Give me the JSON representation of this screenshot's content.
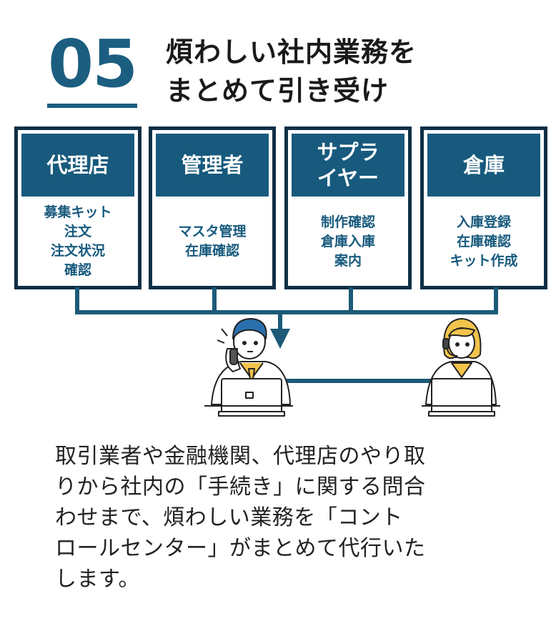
{
  "header": {
    "number": "05",
    "title_lines": [
      "煩わしい社内業務を",
      "まとめて引き受け"
    ]
  },
  "cards": [
    {
      "title": "代理店",
      "items": "募集キット\n注文\n注文状況\n確認"
    },
    {
      "title": "管理者",
      "items": "マスタ管理\n在庫確認"
    },
    {
      "title": "サプラ\nイヤー",
      "items": "制作確認\n倉庫入庫\n案内"
    },
    {
      "title": "倉庫",
      "items": "入庫登録\n在庫確認\nキット作成"
    }
  ],
  "illustration": {
    "left_person": "operator-man-on-phone-icon",
    "right_person": "operator-woman-headset-icon"
  },
  "description_lines": [
    "取引業者や金融機関、代理店のやり取",
    "りから社内の「手続き」に関する問合",
    "わせまで、煩わしい業務を「コント",
    "ロールセンター」がまとめて代行いた",
    "します。"
  ],
  "colors": {
    "brand": "#1b5e80",
    "card_border": "#0f2f46",
    "card_header": "#175a7d",
    "connector": "#1c5a78"
  }
}
